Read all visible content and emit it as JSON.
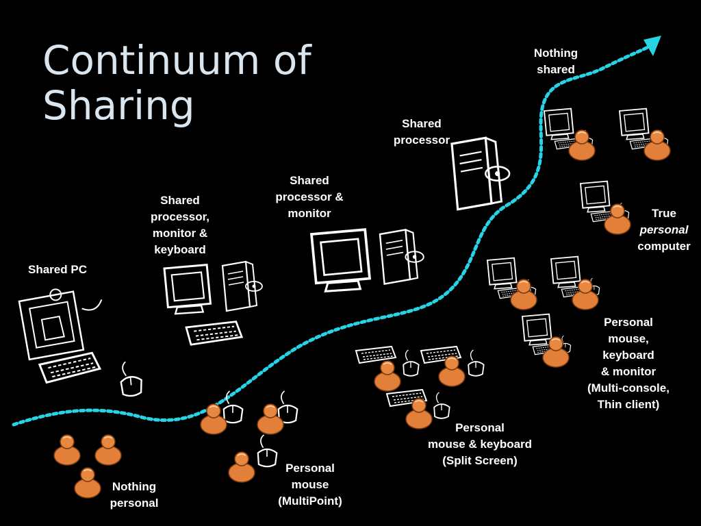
{
  "title": {
    "line1": "Continuum of",
    "line2": "Sharing"
  },
  "colors": {
    "background": "#000000",
    "path": "#29d3e6",
    "person_orange": "#e2803a",
    "title": "#d9e6ef",
    "label": "#ffffff"
  },
  "labels": {
    "nothing_shared": [
      "Nothing",
      "shared"
    ],
    "shared_processor": [
      "Shared",
      "processor"
    ],
    "shared_processor_monitor": [
      "Shared",
      "processor &",
      "monitor"
    ],
    "shared_processor_monitor_keyboard": [
      "Shared",
      "processor,",
      "monitor &",
      "keyboard"
    ],
    "shared_pc": [
      "Shared PC"
    ],
    "true_personal_computer": [
      "True",
      "personal",
      "computer"
    ],
    "personal_mouse_keyboard_monitor": [
      "Personal",
      "mouse,",
      "keyboard",
      "& monitor",
      "(Multi-console,",
      "Thin client)"
    ],
    "personal_mouse_keyboard": [
      "Personal",
      "mouse & keyboard",
      "(Split Screen)"
    ],
    "personal_mouse": [
      "Personal",
      "mouse",
      "(MultiPoint)"
    ],
    "nothing_personal": [
      "Nothing",
      "personal"
    ]
  },
  "icons": [
    "dotted-path-arrow",
    "computer-icon",
    "monitor-icon",
    "processor-tower-icon",
    "keyboard-icon",
    "mouse-icon",
    "person-icon",
    "workstation-icon"
  ]
}
